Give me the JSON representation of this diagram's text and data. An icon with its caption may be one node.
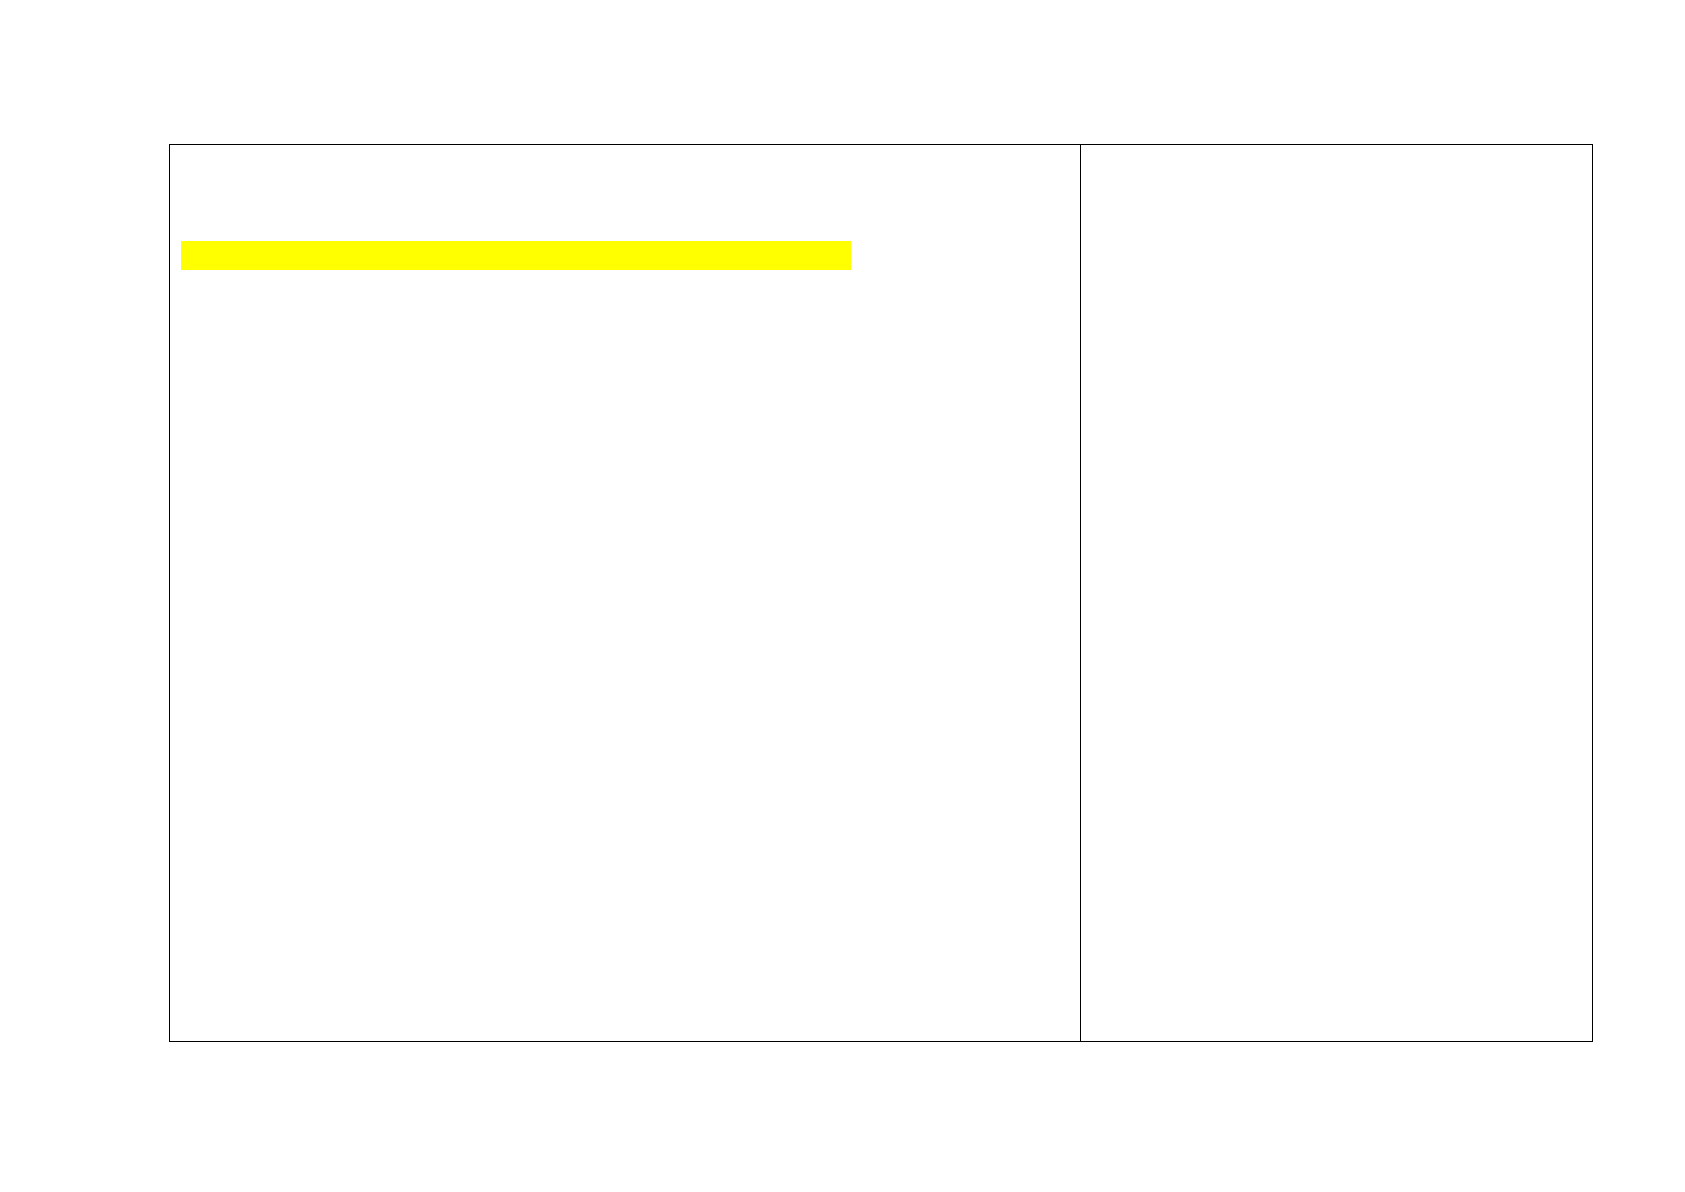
{
  "diagram": {
    "nodes": [
      {
        "text": [],
        "shape": "box"
      },
      {
        "text": [],
        "shape": "bar",
        "in": 0
      },
      {
        "text": [],
        "shape": "box"
      }
    ]
  }
}
